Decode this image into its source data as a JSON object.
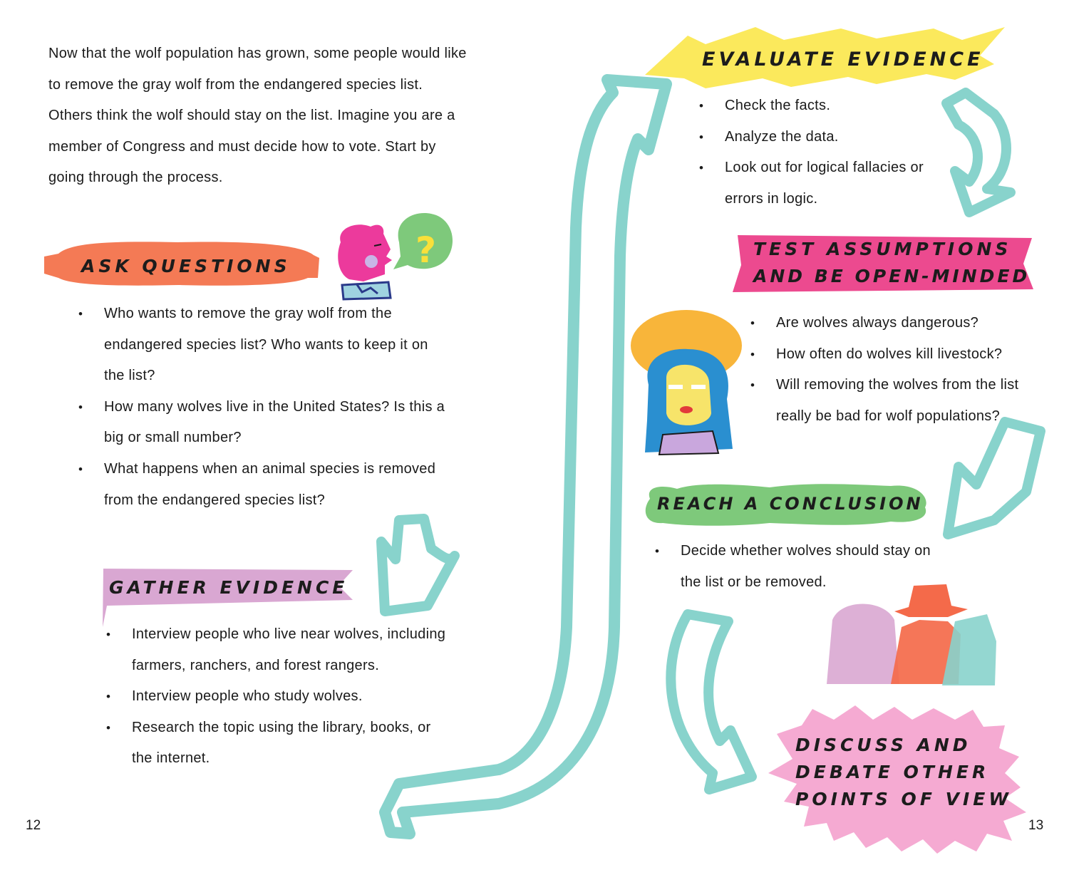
{
  "left_page": {
    "intro": "Now that the wolf population has grown, some people would like to remove the gray wolf from the endangered species list. Others think the wolf should stay on the list. Imagine you are a member of Congress and must decide how to vote. Start by going through the process.",
    "ask_questions": {
      "heading": "ASK QUESTIONS",
      "bullets": [
        "Who wants to remove the gray wolf from the endangered species list? Who wants to keep it on the list?",
        "How many wolves live in the United States? Is this a big or small number?",
        "What happens when an animal species is removed from the endangered species list?"
      ]
    },
    "gather_evidence": {
      "heading": "GATHER EVIDENCE",
      "bullets": [
        "Interview people who live near wolves, including farmers, ranchers, and forest rangers.",
        "Interview people who study wolves.",
        "Research the topic using the library, books, or the internet."
      ]
    },
    "page_number": "12"
  },
  "right_page": {
    "evaluate_evidence": {
      "heading": "EVALUATE EVIDENCE",
      "bullets": [
        "Check the facts.",
        "Analyze the data.",
        "Look out for logical fallacies or errors in logic."
      ]
    },
    "test_assumptions": {
      "heading_line1": "TEST ASSUMPTIONS",
      "heading_line2": "AND BE OPEN-MINDED",
      "bullets": [
        "Are wolves always dangerous?",
        "How often do wolves kill livestock?",
        "Will removing the wolves from the list really be bad for wolf populations?"
      ]
    },
    "reach_conclusion": {
      "heading": "REACH A CONCLUSION",
      "bullets": [
        "Decide whether wolves should stay on the list or be removed."
      ]
    },
    "discuss": {
      "line1": "DISCUSS AND",
      "line2": "DEBATE OTHER",
      "line3": "POINTS OF VIEW"
    },
    "page_number": "13"
  },
  "colors": {
    "teal_arrow": "#88d3cc",
    "ask_banner": "#f47a55",
    "gather_banner": "#d9a7d2",
    "evaluate_banner": "#fbe95c",
    "test_banner": "#ec4a8f",
    "conclusion_banner": "#7ec97b",
    "discuss_burst": "#f5aad2"
  },
  "icons": [
    "person-thinking-icon",
    "question-bubble-icon",
    "woman-portrait-icon",
    "group-of-people-icon",
    "curved-arrow-icon"
  ]
}
